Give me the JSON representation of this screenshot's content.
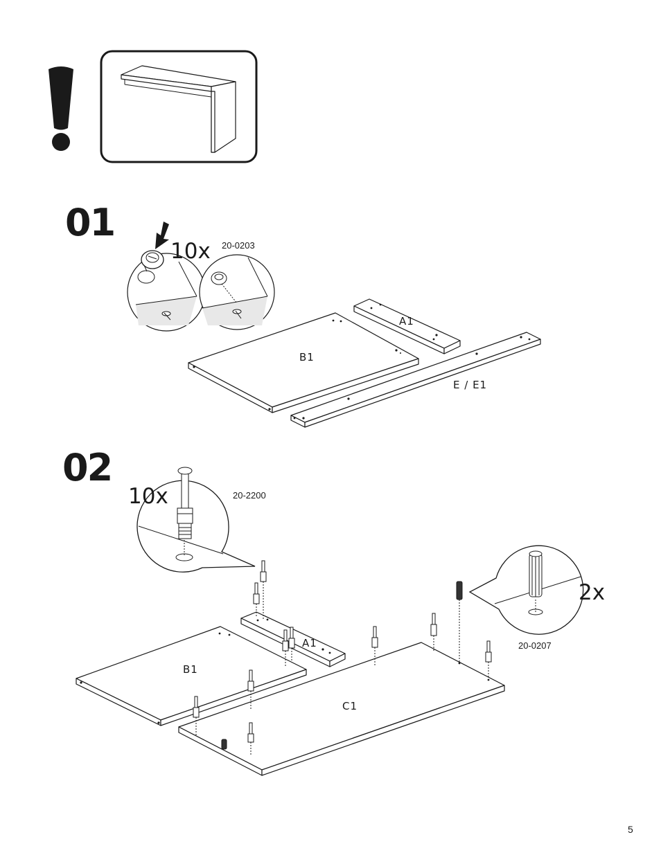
{
  "page_number": "5",
  "warning": {
    "mark": "!",
    "icon": "exclamation-icon"
  },
  "steps": [
    {
      "number": "01",
      "fastener_qty": "10x",
      "fastener_code": "20-0203",
      "parts": [
        "A1",
        "B1",
        "E / E1"
      ]
    },
    {
      "number": "02",
      "fastener_qty": "10x",
      "fastener_code": "20-2200",
      "dowel_qty": "2x",
      "dowel_code": "20-0207",
      "parts": [
        "A1",
        "B1",
        "C1"
      ]
    }
  ]
}
